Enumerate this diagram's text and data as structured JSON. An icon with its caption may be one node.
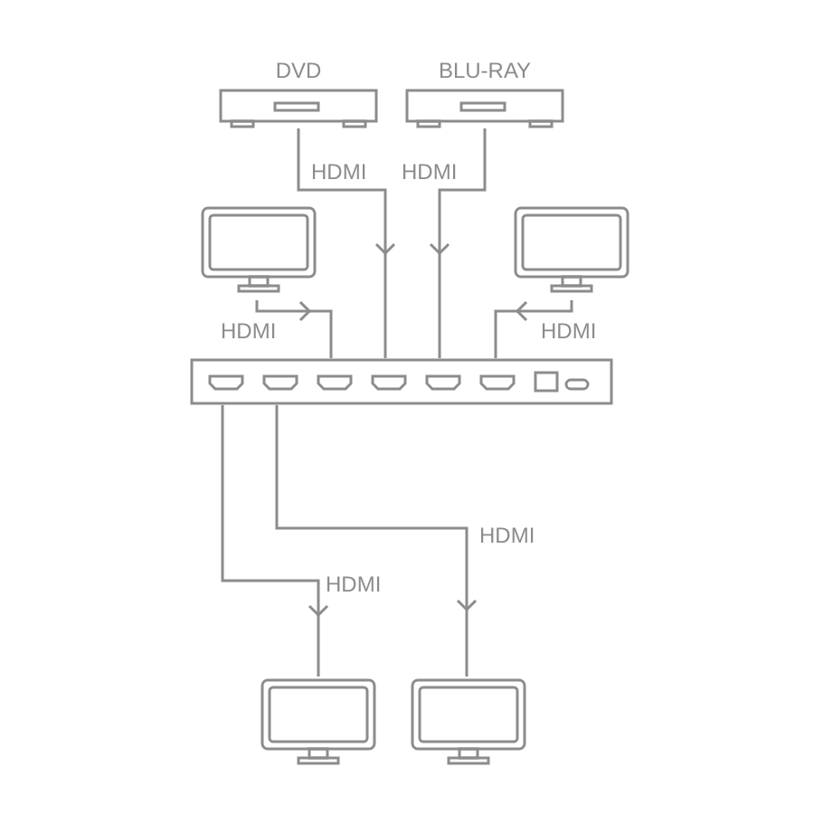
{
  "diagram": {
    "nodes": [
      {
        "text": [
          "DVD"
        ]
      },
      {
        "text": [
          "BLU-RAY"
        ]
      },
      {
        "text": [],
        "shape": "monitor"
      },
      {
        "text": [],
        "shape": "monitor"
      },
      {
        "text": [],
        "shape": "box"
      },
      {
        "text": [],
        "shape": "monitor"
      },
      {
        "text": [],
        "shape": "monitor"
      }
    ],
    "edges": [
      {
        "from": 0,
        "to": 4,
        "arrow": "to",
        "label": "HDMI"
      },
      {
        "from": 1,
        "to": 4,
        "arrow": "to",
        "label": "HDMI"
      },
      {
        "from": 2,
        "to": 4,
        "arrow": "to",
        "label": "HDMI"
      },
      {
        "from": 3,
        "to": 4,
        "arrow": "to",
        "label": "HDMI"
      },
      {
        "from": 4,
        "to": 5,
        "arrow": "to",
        "label": "HDMI"
      },
      {
        "from": 4,
        "to": 6,
        "arrow": "to",
        "label": "HDMI"
      }
    ]
  }
}
